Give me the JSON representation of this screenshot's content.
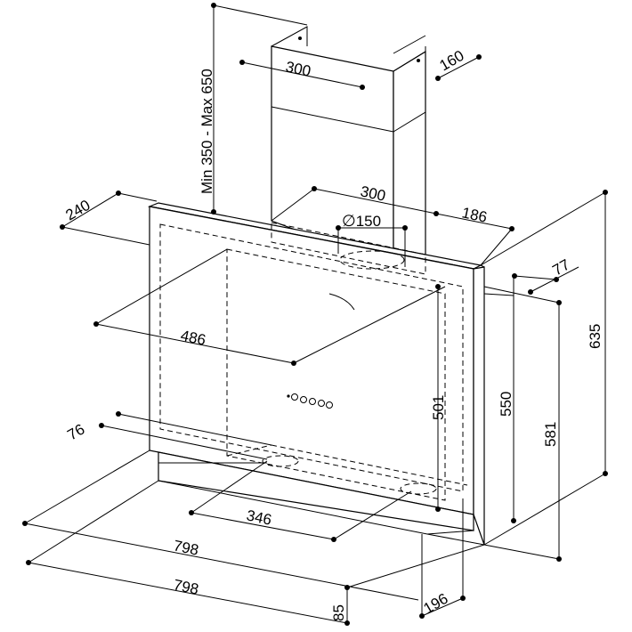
{
  "dimensions": {
    "chimney_height": "Min 350 - Max 650",
    "chimney_width": "300",
    "chimney_depth": "160",
    "hood_depth_top": "240",
    "vent_spacing": "300",
    "outlet_diameter": "150",
    "outlet_offset": "186",
    "glass_thickness": "77",
    "total_height": "635",
    "inner_width": "486",
    "inner_height": "501",
    "side_height": "550",
    "overall_height": "581",
    "bottom_depth": "76",
    "bottom_width": "346",
    "width_a": "798",
    "width_b": "798",
    "base_height": "85",
    "base_depth": "196"
  },
  "colors": {
    "line": "#000000",
    "background": "#ffffff"
  }
}
